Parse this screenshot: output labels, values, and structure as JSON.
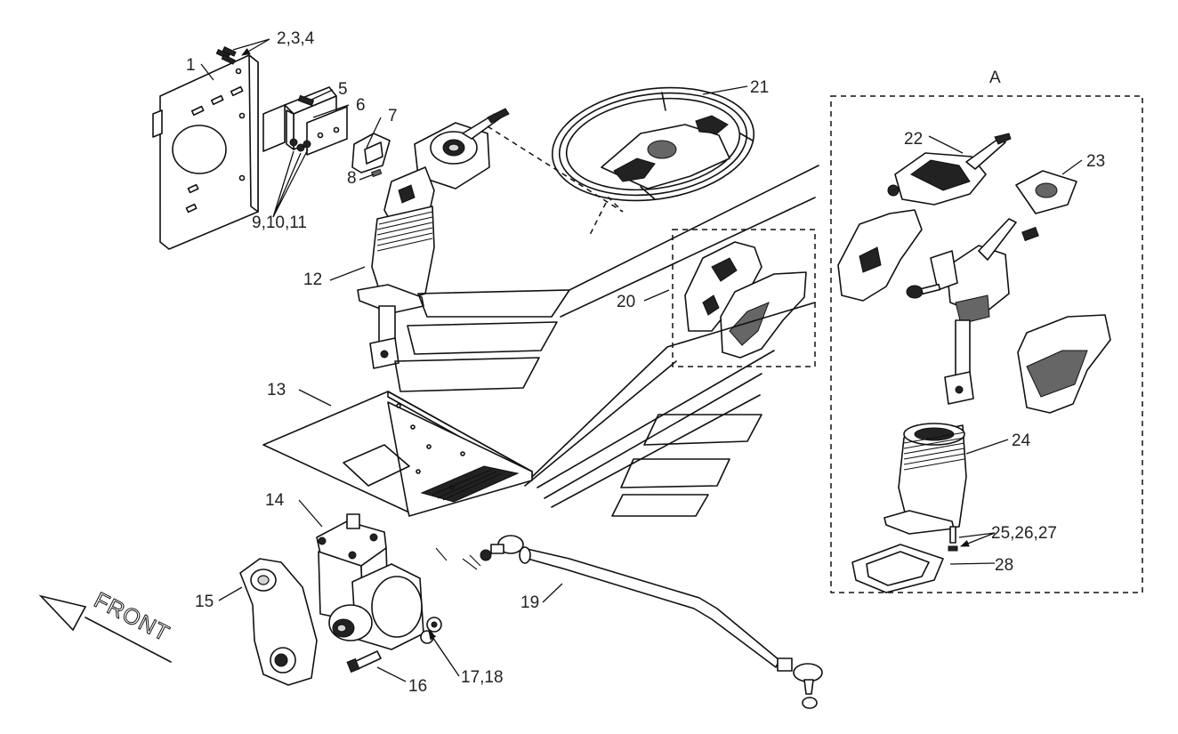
{
  "labels": {
    "l1": "1",
    "l234": "2,3,4",
    "l5": "5",
    "l6": "6",
    "l7": "7",
    "l8": "8",
    "l91011": "9,10,11",
    "l12": "12",
    "l13": "13",
    "l14": "14",
    "l15": "15",
    "l16": "16",
    "l1718": "17,18",
    "l19": "19",
    "l20": "20",
    "l21": "21",
    "l22": "22",
    "l23": "23",
    "l24": "24",
    "l252627": "25,26,27",
    "l28": "28",
    "detailA": "A"
  },
  "direction": "FRONT",
  "colors": {
    "line": "#111111",
    "background": "#ffffff"
  }
}
